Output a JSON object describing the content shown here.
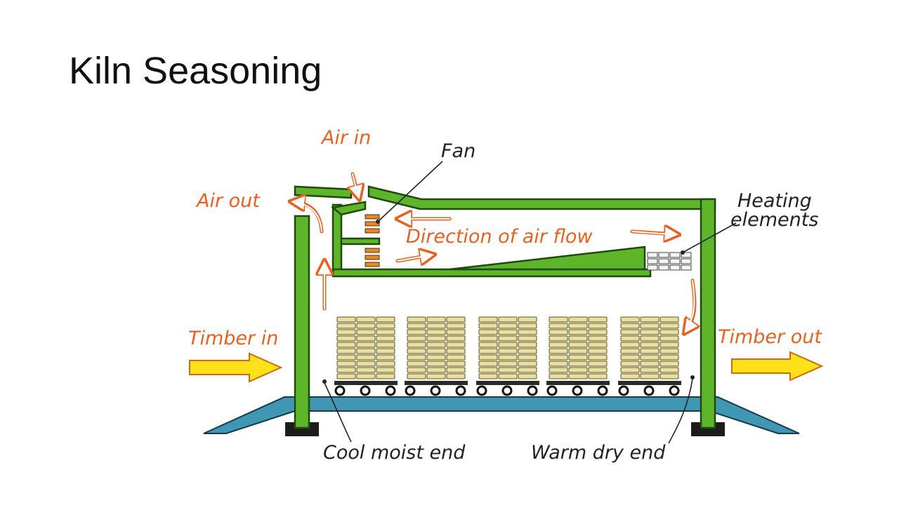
{
  "title": "Kiln Seasoning",
  "labels": {
    "air_in": "Air in",
    "fan": "Fan",
    "air_out": "Air out",
    "heating_line1": "Heating",
    "heating_line2": "elements",
    "direction": "Direction of air flow",
    "timber_in": "Timber in",
    "timber_out": "Timber out",
    "cool_end": "Cool moist end",
    "warm_end": "Warm dry end"
  },
  "colors": {
    "structure": "#5fb52a",
    "structure_edge": "#1e4a0b",
    "floor": "#3f97b3",
    "timber": "#e9dfa0",
    "label_red": "#e8611f",
    "arrow_yellow": "#ffe11a"
  }
}
